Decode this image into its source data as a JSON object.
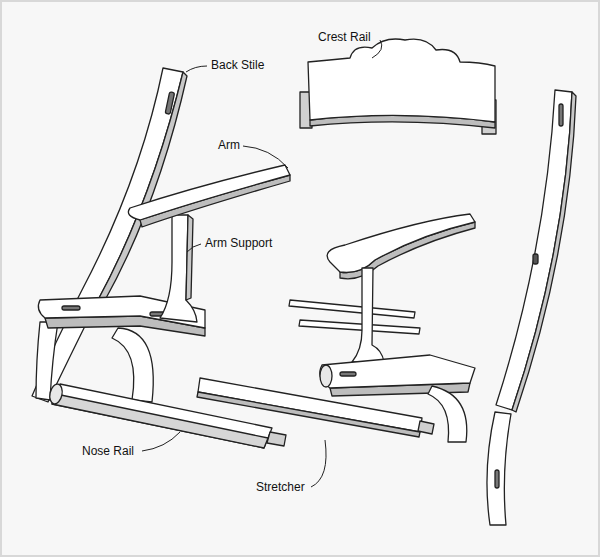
{
  "diagram": {
    "labels": [
      "Crest Rail",
      "Back Stile",
      "Arm",
      "Arm Support",
      "Nose Rail",
      "Stretcher"
    ]
  }
}
